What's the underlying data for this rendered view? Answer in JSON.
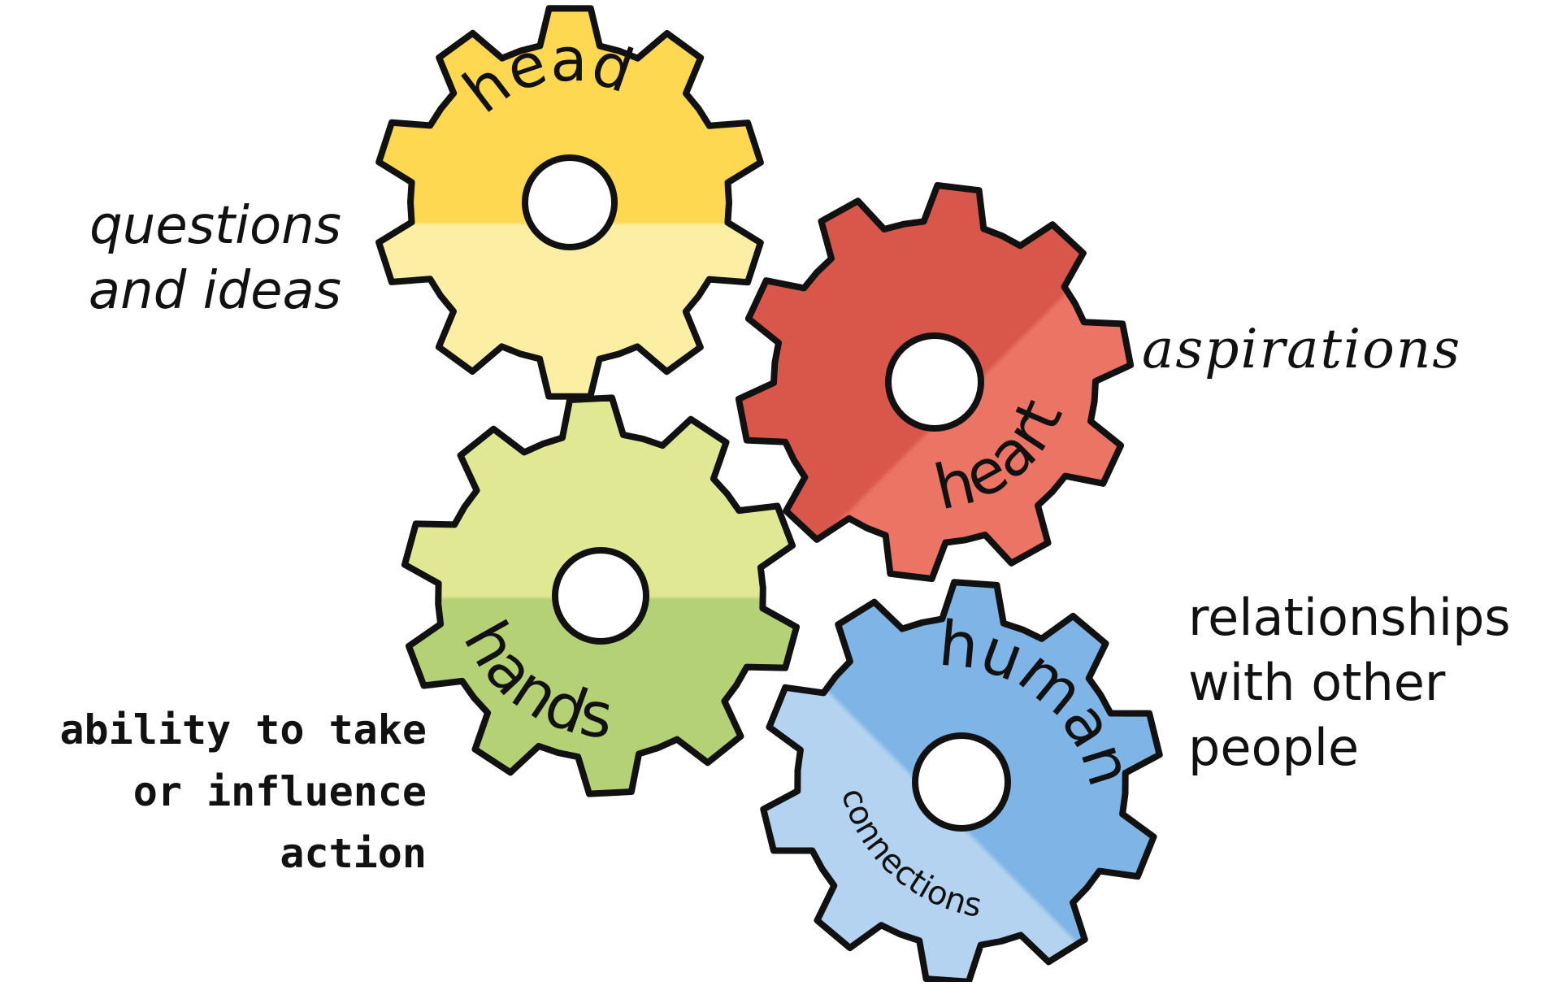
{
  "gears": {
    "head": {
      "label": "head",
      "caption": [
        "questions",
        "and ideas"
      ],
      "colors": {
        "top": "#fdd850",
        "bottom": "#fcefa3",
        "outline": "#111111"
      }
    },
    "heart": {
      "label": "heart",
      "caption": [
        "aspirations"
      ],
      "colors": {
        "top": "#d9574a",
        "bottom": "#ec7464",
        "outline": "#111111"
      }
    },
    "hands": {
      "label": "hands",
      "caption": [
        "ability to take",
        "or influence",
        "action"
      ],
      "colors": {
        "top": "#e0e894",
        "bottom": "#b4d176",
        "outline": "#111111"
      }
    },
    "human": {
      "label": "human",
      "sublabel": "connections",
      "caption": [
        "relationships",
        "with other",
        "people"
      ],
      "colors": {
        "top": "#7fb5e6",
        "bottom": "#b3d3f0",
        "outline": "#111111"
      }
    }
  }
}
